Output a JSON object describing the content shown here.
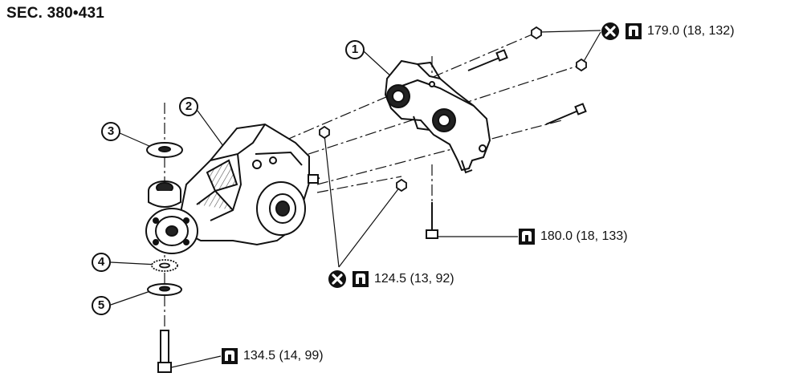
{
  "section_label": "SEC. 380•431",
  "callouts": [
    {
      "number": "1"
    },
    {
      "number": "2"
    },
    {
      "number": "3"
    },
    {
      "number": "4"
    },
    {
      "number": "5"
    }
  ],
  "torque_specs": [
    {
      "text": "179.0 (18, 132)",
      "icon": "torque-wrench-icon",
      "non_reusable": true
    },
    {
      "text": "180.0 (18, 133)",
      "icon": "torque-wrench-icon",
      "non_reusable": false
    },
    {
      "text": "124.5 (13, 92)",
      "icon": "torque-wrench-icon",
      "non_reusable": true
    },
    {
      "text": "134.5 (14, 99)",
      "icon": "torque-wrench-icon",
      "non_reusable": false
    }
  ]
}
